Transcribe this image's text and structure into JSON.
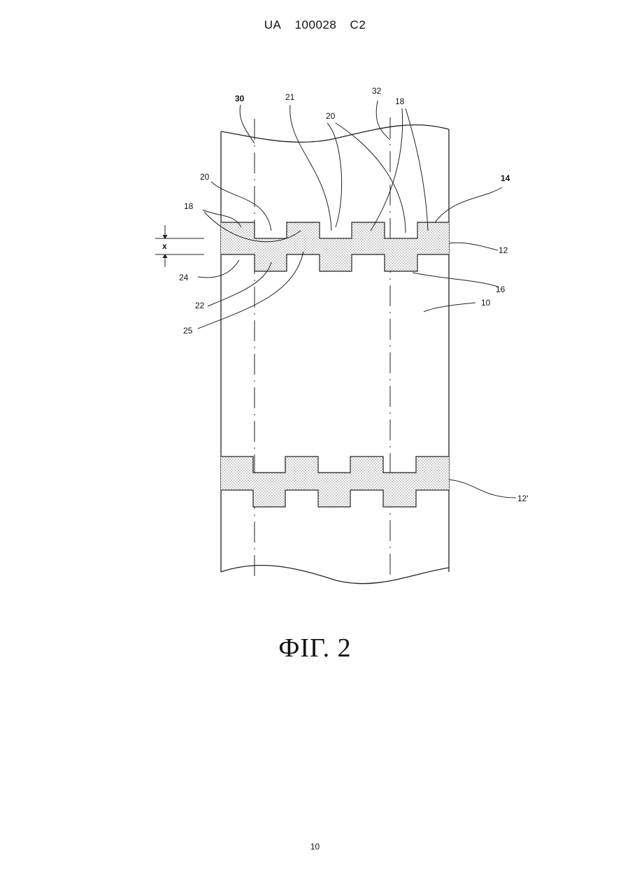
{
  "header": {
    "country": "UA",
    "number": "100028",
    "kind": "C2"
  },
  "caption": "ФІГ. 2",
  "page_number": "10",
  "reference_labels": [
    "30",
    "21",
    "32",
    "18",
    "20",
    "20",
    "14",
    "18",
    "x",
    "12",
    "24",
    "22",
    "16",
    "10",
    "25",
    "12'"
  ],
  "colors": {
    "line": "#222222",
    "fill_dots": "#777777",
    "background": "#ffffff"
  }
}
